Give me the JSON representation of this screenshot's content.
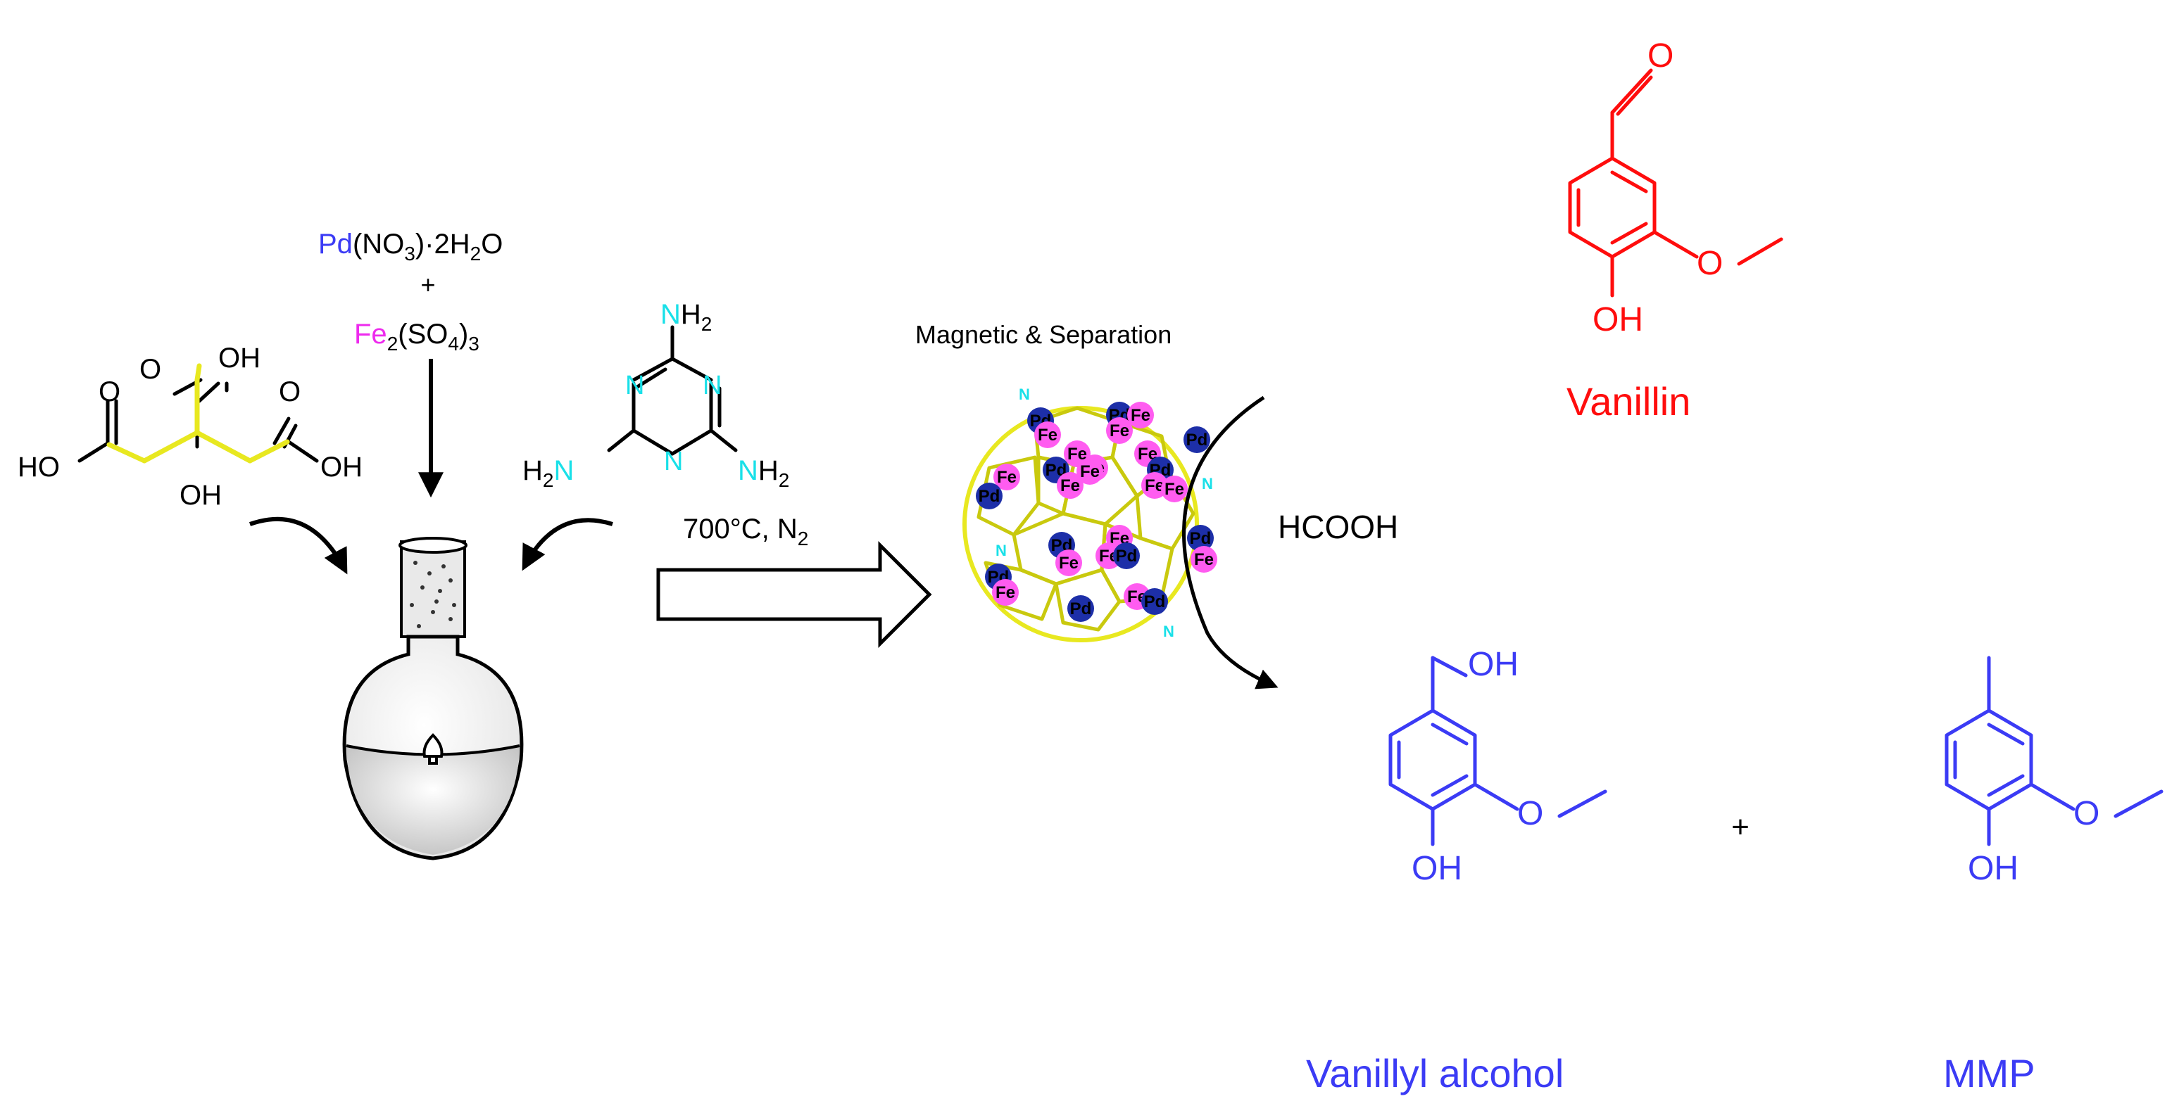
{
  "colors": {
    "black": "#000000",
    "blue": "#3b3bf5",
    "magenta": "#ee2aee",
    "cyan": "#19e0e8",
    "yellow": "#e8e820",
    "red": "#ff0d0d",
    "dark_blue": "#1d2fa8",
    "pink": "#ff5cf0"
  },
  "reagents": {
    "pd_symbol": "Pd",
    "pd_open": "(NO",
    "pd_sub3": "3",
    "pd_tail": ")·2H",
    "pd_sub2": "2",
    "pd_o": "O",
    "plus": "+",
    "fe_symbol": "Fe",
    "fe_sub2": "2",
    "fe_open": "(SO",
    "fe_sub4": "4",
    "fe_close": ")",
    "fe_sub3": "3"
  },
  "citric_acid": {
    "ho_left": "HO",
    "o_left": "O",
    "o_top": "O",
    "oh_top": "OH",
    "o_right": "O",
    "oh_right": "OH",
    "oh_center": "OH"
  },
  "melamine": {
    "nh2_top_n": "N",
    "nh2_top_h": "H",
    "nh2_top_sub": "2",
    "h2n_left_h": "H",
    "h2n_left_sub": "2",
    "h2n_left_n": "N",
    "nh2_right_n": "N",
    "nh2_right_h": "H",
    "nh2_right_sub": "2",
    "ring_n": "N"
  },
  "conditions": {
    "temp": "700°C, N",
    "temp_sub": "2"
  },
  "catalyst": {
    "magnetic_label": "Magnetic & Separation",
    "pd": "Pd",
    "fe": "Fe",
    "n": "N"
  },
  "reduction": {
    "reagent": "HCOOH"
  },
  "vanillin": {
    "name": "Vanillin",
    "o_aldehyde": "O",
    "o_methoxy": "O",
    "oh": "OH"
  },
  "vanillyl_alcohol": {
    "name": "Vanillyl alcohol",
    "oh_top": "OH",
    "o_methoxy": "O",
    "oh": "OH"
  },
  "mmp": {
    "name": "MMP",
    "o_methoxy": "O",
    "oh": "OH"
  },
  "products_plus": "+"
}
